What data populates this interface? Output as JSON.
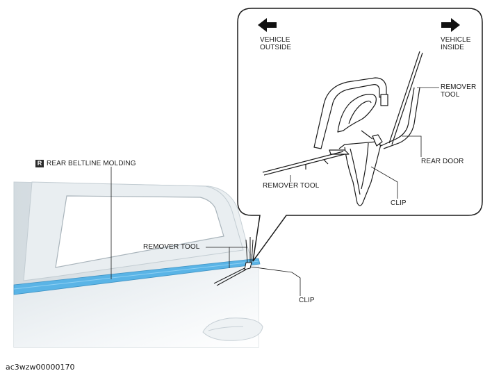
{
  "callout": {
    "outside_label": "VEHICLE\nOUTSIDE",
    "inside_label": "VEHICLE\nINSIDE",
    "remover_tool_upper": "REMOVER\nTOOL",
    "remover_tool_lower": "REMOVER TOOL",
    "rear_door": "REAR DOOR",
    "clip": "CLIP"
  },
  "main": {
    "badge": "R",
    "molding_label": "REAR BELTLINE MOLDING",
    "remover_tool": "REMOVER TOOL",
    "clip": "CLIP"
  },
  "footer": {
    "figure_code": "ac3wzw00000170"
  },
  "colors": {
    "molding": "#5ab4e6",
    "door_shade": "#e6ecef",
    "line": "#1a1a1a"
  }
}
